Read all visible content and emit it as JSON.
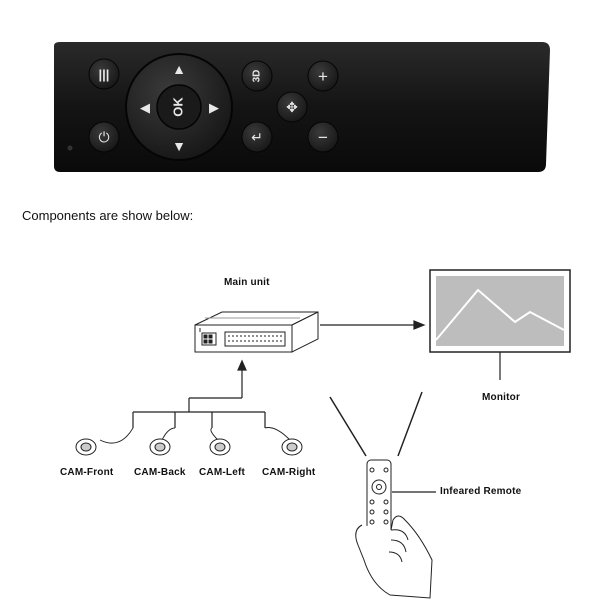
{
  "remote": {
    "buttons": {
      "menu": "|||",
      "up": "▲",
      "down": "▼",
      "left": "◀",
      "right": "▶",
      "ok": "OK",
      "three_d": "3D",
      "plus": "+",
      "minus": "−",
      "power": "⏻",
      "back": "↵",
      "rotate": "✥"
    }
  },
  "caption": "Components are show below:",
  "diagram": {
    "main_unit": "Main unit",
    "monitor": "Monitor",
    "cameras": [
      "CAM-Front",
      "CAM-Back",
      "CAM-Left",
      "CAM-Right"
    ],
    "remote": "Infeared Remote"
  },
  "colors": {
    "remote_body": "#151515",
    "button": "#2a2a2a",
    "line": "#222222",
    "monitor_screen": "#bdbdbd"
  }
}
